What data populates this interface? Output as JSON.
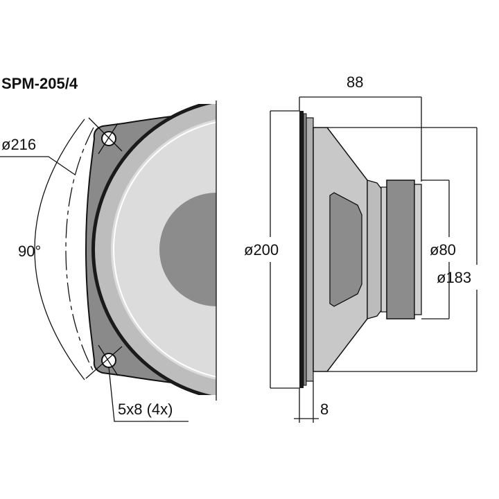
{
  "title": "SPM-205/4",
  "front_view": {
    "outer_diameter": "ø216",
    "angle": "90°",
    "holes": "5x8 (4x)"
  },
  "side_view": {
    "depth": "88",
    "front_diameter": "ø200",
    "magnet_diameter": "ø80",
    "basket_diameter": "ø183",
    "flange_thickness": "8"
  },
  "colors": {
    "frame": "#8a8a8a",
    "surround": "#b9b9b9",
    "cone": "#d9d9d9",
    "dustcap": "#8c8c8c",
    "line": "#111111"
  }
}
